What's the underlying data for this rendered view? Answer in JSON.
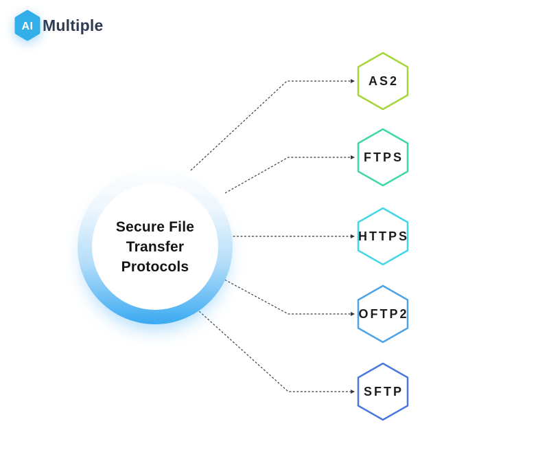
{
  "logo": {
    "hexagon_text": "AI",
    "brand": "Multiple",
    "hexagon_fill": "#32aee8",
    "brand_color": "#2e3b52"
  },
  "center": {
    "title": "Secure File\nTransfer\nProtocols",
    "ring_top_color": "#fdfeff",
    "ring_bottom_color": "#3aa9f2"
  },
  "nodes": [
    {
      "label": "AS2",
      "color": "#a6d53a"
    },
    {
      "label": "FTPS",
      "color": "#3ed8a0"
    },
    {
      "label": "HTTPS",
      "color": "#43d6e8"
    },
    {
      "label": "OFTP2",
      "color": "#4da3e8"
    },
    {
      "label": "SFTP",
      "color": "#4a78e0"
    }
  ],
  "connector_color": "#3a3a3a"
}
